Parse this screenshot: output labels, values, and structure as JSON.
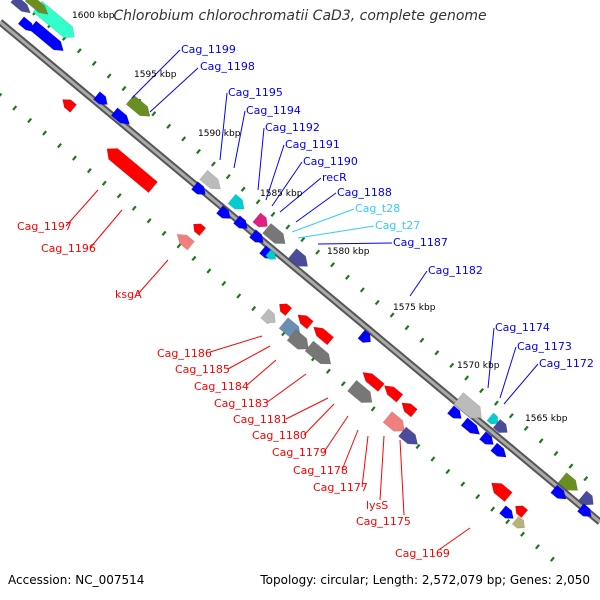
{
  "title": "Chlorobium chlorochromatii CaD3, complete genome",
  "accession_text": "Accession: NC_007514",
  "summary_text": "Topology: circular; Length: 2,572,079 bp; Genes: 2,050",
  "colors": {
    "backbone": "#808080",
    "cds_forward": "#0000ff",
    "label_plus": "#0000ff",
    "label_minus": "#ff0000",
    "label_rna": "#33ccff",
    "tick": "#1a7a1a",
    "feature_red": "#ff0000",
    "feature_green": "#6b8e23",
    "feature_cyan": "#00ced1",
    "feature_grey": "#777777",
    "feature_navy": "#4b4b9c",
    "feature_magenta": "#e0207f",
    "feature_pink": "#f08080",
    "feature_aqua": "#33ffcc"
  },
  "scale_labels": [
    "1600 kbp",
    "1595 kbp",
    "1590 kbp",
    "1585 kbp",
    "1580 kbp",
    "1575 kbp",
    "1570 kbp",
    "1565 kbp"
  ],
  "plus_strand_labels": [
    "Cag_1199",
    "Cag_1198",
    "Cag_1195",
    "Cag_1194",
    "Cag_1192",
    "Cag_1191",
    "Cag_1190",
    "recR",
    "Cag_1188",
    "Cag_1187",
    "Cag_1182",
    "Cag_1174",
    "Cag_1173",
    "Cag_1172"
  ],
  "rna_labels": [
    "Cag_t28",
    "Cag_t27"
  ],
  "minus_strand_labels": [
    "Cag_1197",
    "Cag_1196",
    "ksgA",
    "Cag_1186",
    "Cag_1185",
    "Cag_1184",
    "Cag_1183",
    "Cag_1181",
    "Cag_1180",
    "Cag_1179",
    "Cag_1178",
    "Cag_1177",
    "lysS",
    "Cag_1175",
    "Cag_1169"
  ]
}
